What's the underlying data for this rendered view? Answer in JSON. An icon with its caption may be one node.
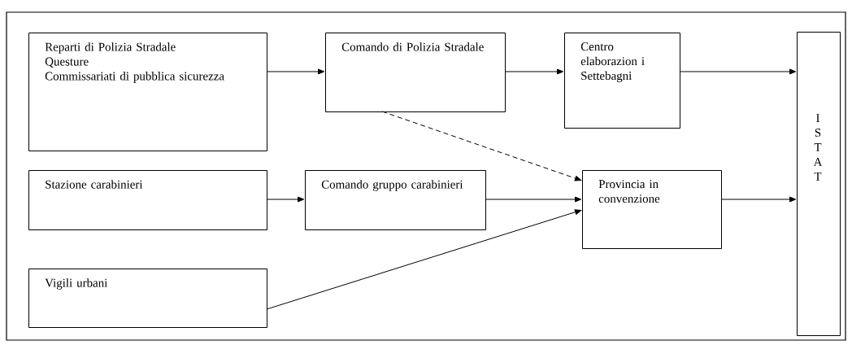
{
  "diagram": {
    "nodes": [
      {
        "text": [
          "Reparti di Polizia Stradale",
          "Questure",
          "Commissariati di pubblica sicurezza"
        ]
      },
      {
        "text": [
          "Comando di Polizia Stradale"
        ]
      },
      {
        "text": [
          "Centro elaborazion i Settebagni"
        ]
      },
      {
        "text": [
          "I S T A T"
        ]
      },
      {
        "text": [
          "Stazione carabinieri"
        ]
      },
      {
        "text": [
          "Comando gruppo carabinieri"
        ]
      },
      {
        "text": [
          "Provincia in convenzione"
        ]
      },
      {
        "text": [
          "Vigili urbani"
        ]
      }
    ],
    "edges": [
      {
        "from": 0,
        "to": 1,
        "arrow": "to"
      },
      {
        "from": 1,
        "to": 2,
        "arrow": "to"
      },
      {
        "from": 2,
        "to": 3,
        "arrow": "to"
      },
      {
        "from": 1,
        "to": 6,
        "arrow": "to",
        "style": "dashed"
      },
      {
        "from": 4,
        "to": 5,
        "arrow": "to"
      },
      {
        "from": 5,
        "to": 6,
        "arrow": "to"
      },
      {
        "from": 7,
        "to": 6,
        "arrow": "to"
      },
      {
        "from": 6,
        "to": 3,
        "arrow": "to"
      }
    ]
  }
}
